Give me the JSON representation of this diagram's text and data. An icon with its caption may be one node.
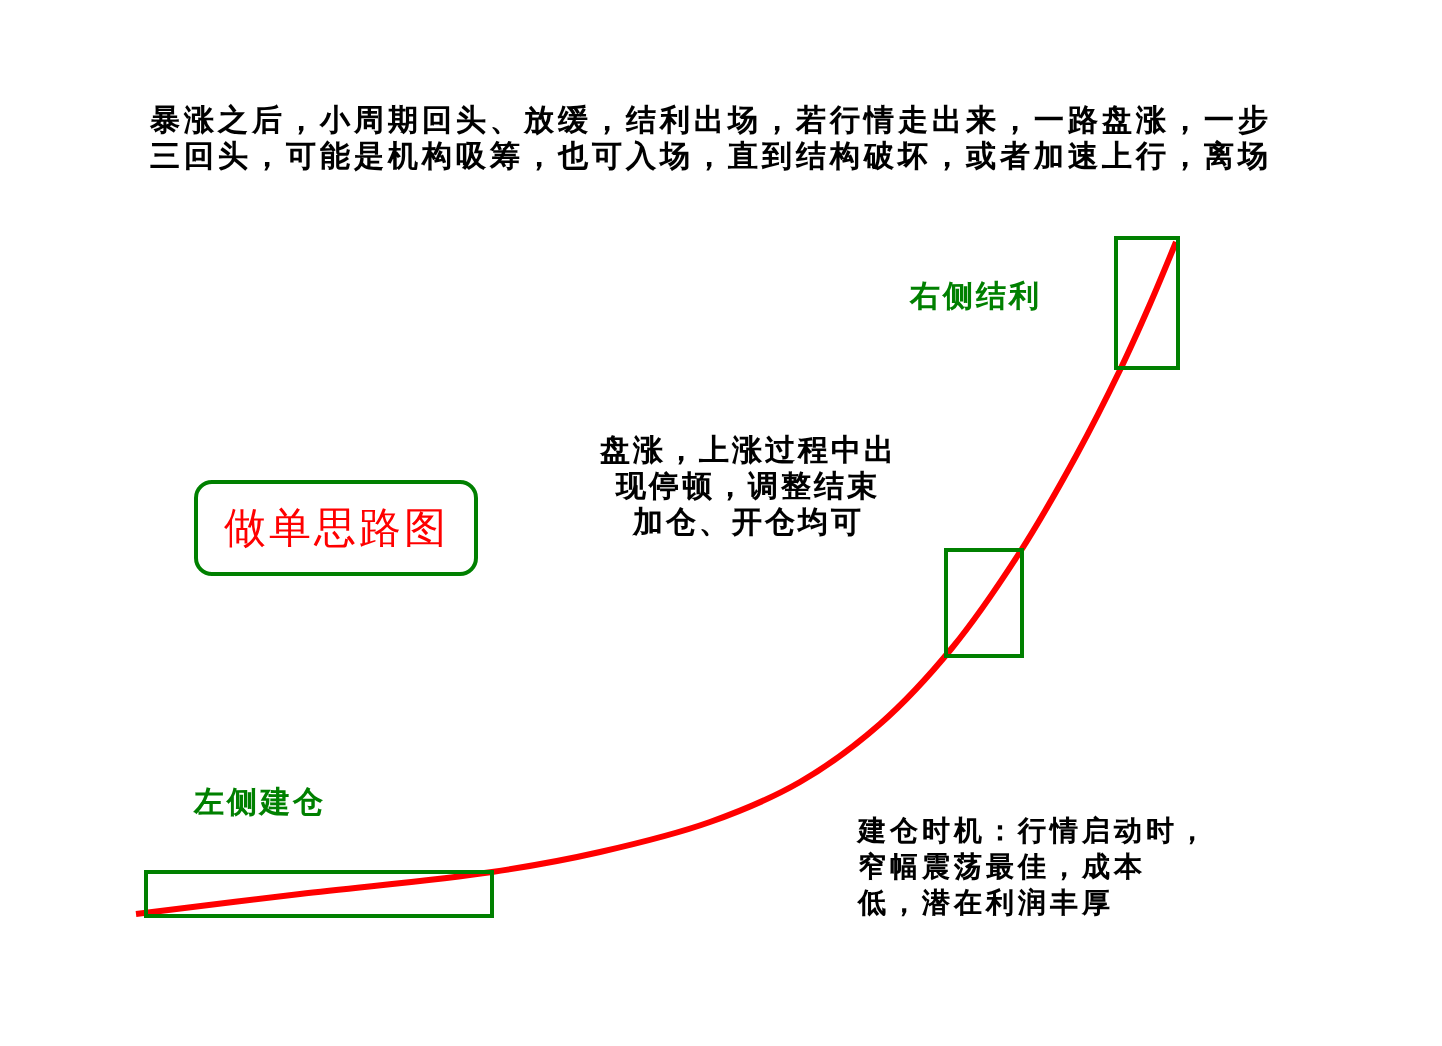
{
  "diagram": {
    "nodes": [
      {
        "text": [],
        "shape": "box",
        "beside": [
          "右侧结利"
        ]
      },
      {
        "text": [
          "做单思路图"
        ]
      },
      {
        "text": [],
        "shape": "box",
        "beside": [
          "盘涨，上涨过程中出现停顿，调整结束加仓、开仓均可"
        ]
      },
      {
        "text": [],
        "shape": "box",
        "beside": [
          "左侧建仓"
        ]
      }
    ],
    "labels": [
      "暴涨之后，小周期回头、放缓，结利出场，若行情走出来，一路盘涨，一步三回头，可能是机构吸筹，也可入场，直到结构破坏，或者加速上行，离场",
      "建仓时机：行情启动时，窄幅震荡最佳，成本低，潜在利润丰厚"
    ]
  }
}
